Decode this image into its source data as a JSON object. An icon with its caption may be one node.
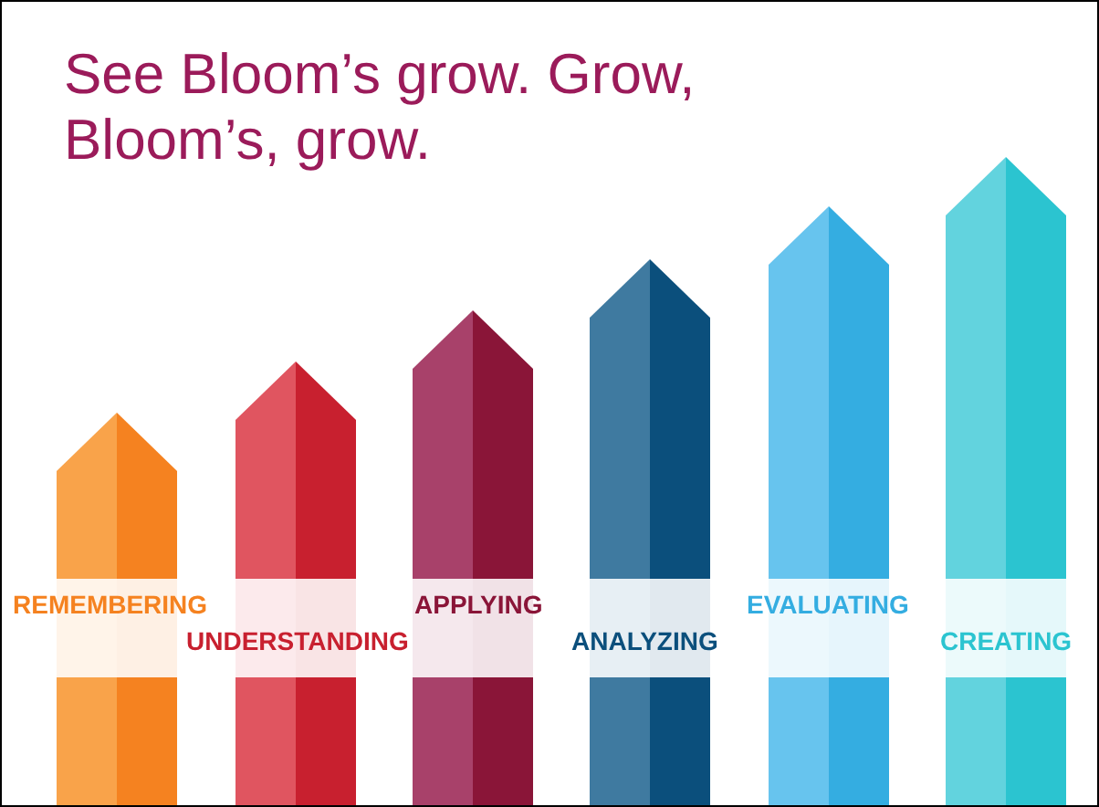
{
  "diagram": {
    "title": "See Bloom’s grow. Grow, Bloom’s, grow.",
    "labels": [
      "REMEMBERING",
      "UNDERSTANDING",
      "APPLYING",
      "ANALYZING",
      "EVALUATING",
      "CREATING"
    ]
  }
}
